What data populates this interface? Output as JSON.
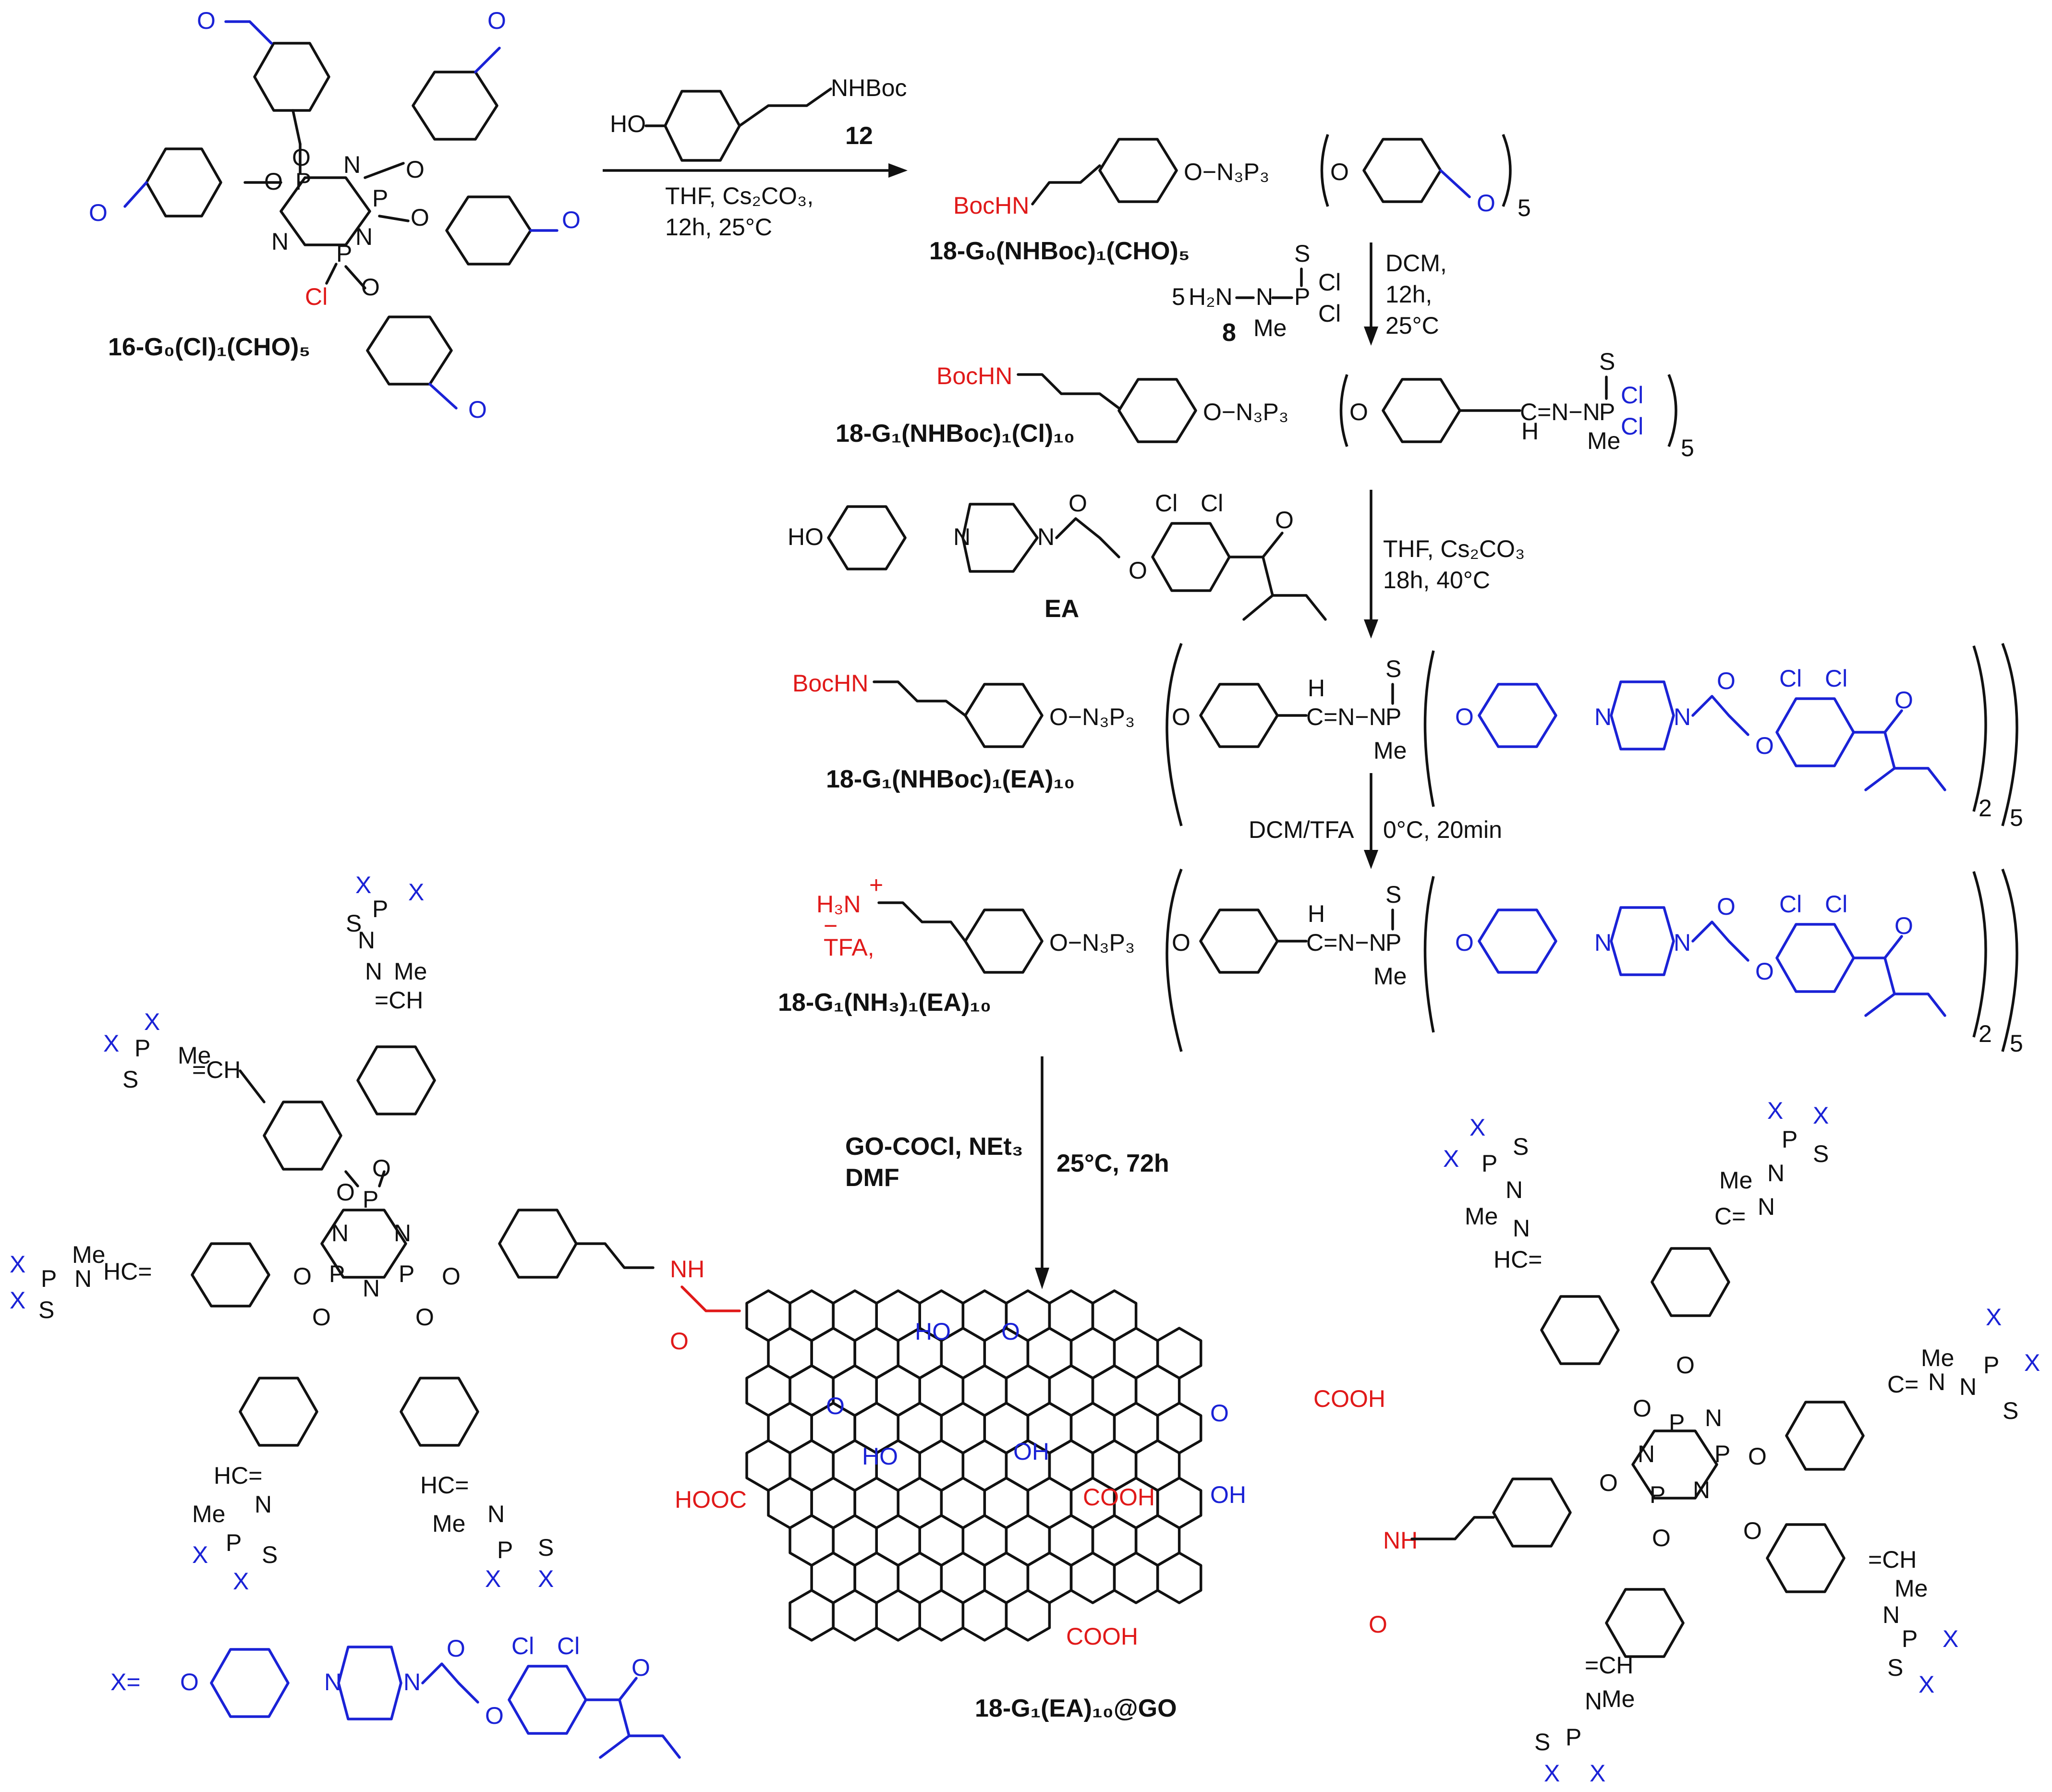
{
  "atoms": {
    "ho": "HO",
    "nhboc": "NHBoc",
    "bochn": "BocHN",
    "cl": "Cl",
    "o": "O",
    "p": "P",
    "n": "N",
    "s": "S",
    "me": "Me",
    "h": "H",
    "h2n": "H₂N",
    "x": "X",
    "nh": "NH",
    "cooh": "COOH",
    "hooc": "HOOC",
    "oh": "OH",
    "ho2": "HO",
    "c_eq": "C=",
    "hc_eq": "HC=",
    "eq_ch": "=CH",
    "h3n": "H₃N",
    "plus": "+",
    "minus": "−",
    "tfa": "TFA,",
    "o_n3p3": "O−N₃P₃",
    "c_eq_n_n": "C=N−N",
    "x_eq": "X="
  },
  "compounds": {
    "c16": "16-G₀(Cl)₁(CHO)₅",
    "c12": "12",
    "c18a": "18-G₀(NHBoc)₁(CHO)₅",
    "c8": "8",
    "c18b": "18-G₁(NHBoc)₁(Cl)₁₀",
    "ea": "EA",
    "c18c": "18-G₁(NHBoc)₁(EA)₁₀",
    "c18d": "18-G₁(NH₃)₁(EA)₁₀",
    "final": "18-G₁(EA)₁₀@GO"
  },
  "conditions": {
    "step1": [
      "THF, Cs₂CO₃,",
      "12h, 25°C"
    ],
    "step2_reagent_count": "5",
    "step2": [
      "DCM,",
      "12h,",
      "25°C"
    ],
    "step3": [
      "THF, Cs₂CO₃",
      "18h, 40°C"
    ],
    "step4": [
      "DCM/TFA",
      "0°C, 20min"
    ],
    "step5_left": [
      "GO-COCl, NEt₃",
      "DMF"
    ],
    "step5_right": "25°C, 72h"
  },
  "subscripts": {
    "n5": "5",
    "n2": "2"
  },
  "colors": {
    "black": "#111111",
    "blue": "#1a22d6",
    "red": "#e01919",
    "green": "#1f9a2a"
  }
}
